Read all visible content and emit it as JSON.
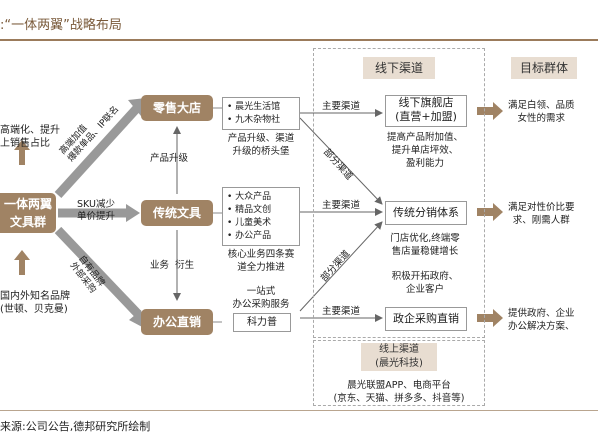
{
  "title": ":“一体两翼”战略布局",
  "source": "来源:公司公告,德邦研究所绘制",
  "left": {
    "lines_top": [
      "高端化、提升",
      "上销售占比"
    ],
    "box": [
      "一体两翼",
      "文具群"
    ],
    "lines_bottom": [
      "国内外知名品牌",
      "(世顿、贝克曼)"
    ]
  },
  "middle": {
    "retail": "零售大店",
    "stationery": "传统文具",
    "office": "办公直销"
  },
  "arrows": {
    "up_left": [
      "高端加值",
      "爆款单品、IP联名"
    ],
    "middle_left": [
      "SKU减少",
      "单价提升"
    ],
    "down_left": [
      "自有品牌",
      "外部采购"
    ],
    "product_upgrade": "产品升级",
    "business_derive": [
      "业务",
      "衍生"
    ]
  },
  "lists": {
    "retail_items": [
      "• 晨光生活馆",
      "• 九木杂物社"
    ],
    "retail_note": [
      "产品升级、渠道",
      "升级的桥头堡"
    ],
    "stationery_items": [
      "• 大众产品",
      "• 精品文创",
      "• 儿童美术",
      "• 办公产品"
    ],
    "stationery_note": [
      "核心业务四条赛",
      "道全力推进"
    ],
    "office_note": [
      "一站式",
      "办公采购服务"
    ],
    "office_brand": "科力普"
  },
  "offline": {
    "header": "线下渠道",
    "flagship": [
      "线下旗舰店",
      "(直营+加盟)"
    ],
    "flagship_note": [
      "提高产品附加值、",
      "提升单店坪效、",
      "盈利能力"
    ],
    "distribution": "传统分销体系",
    "distribution_note": [
      "门店优化,终端零",
      "售店量稳健增长"
    ],
    "gov_note": [
      "积极开拓政府、",
      "企业客户"
    ],
    "gov": "政企采购直销"
  },
  "online": {
    "header": [
      "线上渠道",
      "(晨光科技)"
    ],
    "note": [
      "晨光联盟APP、电商平台",
      "(京东、天猫、拼多多、抖音等)"
    ]
  },
  "edge_labels": {
    "main_channel": "主要渠道",
    "part_channel": "部分渠道"
  },
  "target": {
    "header": "目标群体",
    "retail": [
      "满足白领、品质",
      "女性的需求"
    ],
    "stationery": [
      "满足对性价比要",
      "求、刚需人群"
    ],
    "office": [
      "提供政府、企业",
      "办公解决方案、"
    ]
  }
}
